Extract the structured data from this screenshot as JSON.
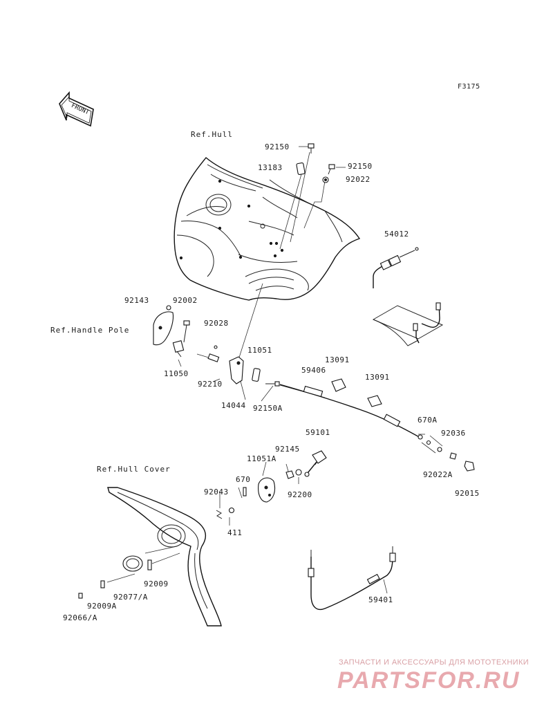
{
  "figure_code": "F3175",
  "front_arrow": "FRONT",
  "references": {
    "hull": "Ref.Hull",
    "handle_pole": "Ref.Handle Pole",
    "hull_cover": "Ref.Hull Cover"
  },
  "part_labels": {
    "p92150_top": "92150",
    "p13183": "13183",
    "p92150_right": "92150",
    "p92022": "92022",
    "p54012": "54012",
    "p92143": "92143",
    "p92002": "92002",
    "p92028": "92028",
    "p11050": "11050",
    "p92210": "92210",
    "p11051": "11051",
    "p14044": "14044",
    "p92150A": "92150A",
    "p13091_a": "13091",
    "p59406": "59406",
    "p13091_b": "13091",
    "p670A": "670A",
    "p92036": "92036",
    "p59101": "59101",
    "p92145": "92145",
    "p11051A": "11051A",
    "p670": "670",
    "p92200": "92200",
    "p92022A": "92022A",
    "p92015": "92015",
    "p92043": "92043",
    "p411": "411",
    "p92009": "92009",
    "p92009A": "92009A",
    "p92077A": "92077/A",
    "p92066A": "92066/A",
    "p59401": "59401"
  },
  "watermark": {
    "tagline": "ЗАПЧАСТИ И АКСЕССУАРЫ ДЛЯ МОТОТЕХНИКИ",
    "brand": "PARTSFOR.RU"
  }
}
